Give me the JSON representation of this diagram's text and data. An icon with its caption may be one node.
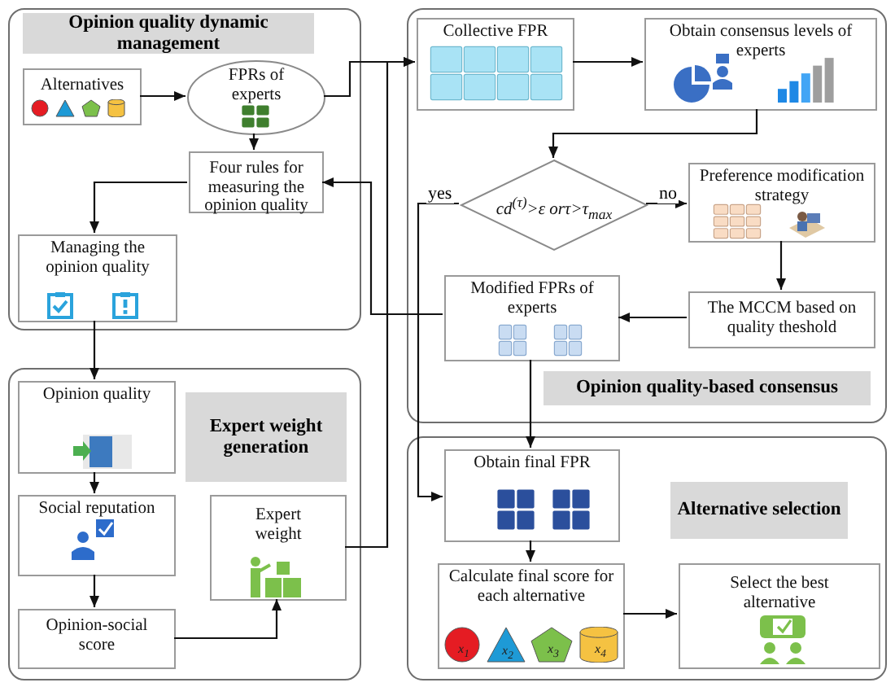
{
  "diagram": {
    "nodes": [
      {
        "text": [
          "Opinion quality dynamic management"
        ]
      },
      {
        "text": [
          "Alternatives"
        ],
        "in": 0
      },
      {
        "text": [
          "FPRs of experts"
        ],
        "in": 0
      },
      {
        "text": [
          "Four rules for measuring the opinion quality"
        ],
        "in": 0
      },
      {
        "text": [
          "Managing the opinion quality"
        ],
        "in": 0
      },
      {
        "text": [
          "Opinion quality-based consensus"
        ]
      },
      {
        "text": [
          "Collective FPR"
        ],
        "in": 5
      },
      {
        "text": [
          "Obtain consensus levels of experts"
        ],
        "in": 5
      },
      {
        "text": [
          "cd$^{(τ)}$>ε orτ>τ$_{max}$"
        ],
        "in": 5
      },
      {
        "text": [
          "Preference modification strategy"
        ],
        "in": 5
      },
      {
        "text": [
          "Modified FPRs of experts"
        ],
        "in": 5
      },
      {
        "text": [
          "The MCCM based on quality theshold"
        ],
        "in": 5
      },
      {
        "text": [
          "Expert weight generation"
        ]
      },
      {
        "text": [
          "Opinion quality"
        ],
        "in": 12
      },
      {
        "text": [
          "Social reputation"
        ],
        "in": 12
      },
      {
        "text": [
          "Expert weight"
        ],
        "in": 12
      },
      {
        "text": [
          "Opinion-social score"
        ],
        "in": 12
      },
      {
        "text": [
          "Alternative selection"
        ]
      },
      {
        "text": [
          "Obtain final FPR"
        ],
        "in": 17
      },
      {
        "text": [
          "Calculate final score for each alternative"
        ],
        "in": 17
      },
      {
        "text": [
          "Select the best alternative"
        ],
        "in": 17
      }
    ],
    "edges": [
      {
        "from": 1,
        "to": 2,
        "arrow": "to"
      },
      {
        "from": 2,
        "to": 3,
        "arrow": "to"
      },
      {
        "from": 3,
        "to": 4,
        "arrow": "to"
      },
      {
        "from": 4,
        "to": 13,
        "arrow": "to"
      },
      {
        "from": 13,
        "to": 14,
        "arrow": "to"
      },
      {
        "from": 14,
        "to": 16,
        "arrow": "to"
      },
      {
        "from": 16,
        "to": 15,
        "arrow": "to"
      },
      {
        "from": 2,
        "to": 6,
        "arrow": "to"
      },
      {
        "from": 15,
        "to": 6,
        "arrow": "to"
      },
      {
        "from": 6,
        "to": 7,
        "arrow": "to"
      },
      {
        "from": 7,
        "to": 8,
        "arrow": "to"
      },
      {
        "from": 8,
        "to": 9,
        "label": "no",
        "arrow": "to"
      },
      {
        "from": 8,
        "to": 18,
        "label": "yes",
        "arrow": "to"
      },
      {
        "from": 9,
        "to": 11,
        "arrow": "to"
      },
      {
        "from": 11,
        "to": 10,
        "arrow": "to"
      },
      {
        "from": 10,
        "to": 3,
        "arrow": "to"
      },
      {
        "from": 10,
        "to": 18,
        "arrow": "to"
      },
      {
        "from": 18,
        "to": 19,
        "arrow": "to"
      },
      {
        "from": 19,
        "to": 20,
        "arrow": "to"
      }
    ],
    "labels": [
      "x$_{1}$",
      "x$_{2}$",
      "x$_{3}$",
      "x$_{4}$"
    ]
  }
}
